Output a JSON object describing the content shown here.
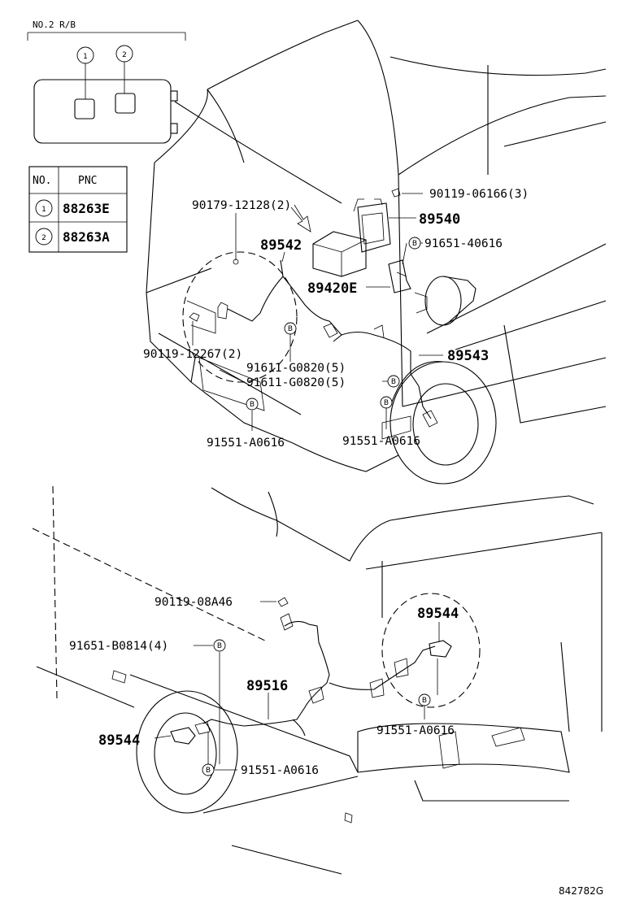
{
  "rb_header": "NO.2 R/B",
  "callout_1": "1",
  "callout_2": "2",
  "table": {
    "col_no": "NO.",
    "col_pnc": "PNC",
    "rows": [
      {
        "no": "1",
        "pnc": "88263E"
      },
      {
        "no": "2",
        "pnc": "88263A"
      }
    ]
  },
  "bolt_marker": "B",
  "labels": {
    "p90119_06166": "90119-06166(3)",
    "p89540": "89540",
    "p91651_40616": "91651-40616",
    "p90179_12128": "90179-12128(2)",
    "p89542": "89542",
    "p89420e": "89420E",
    "p90119_12267": "90119-12267(2)",
    "p91611_g0820_a": "91611-G0820(5)",
    "p91611_g0820_b": "91611-G0820(5)",
    "p89543": "89543",
    "p91551_a0616_a": "91551-A0616",
    "p91551_a0616_b": "91551-A0616",
    "p90119_08a46": "90119-08A46",
    "p89544_top": "89544",
    "p91651_b0814": "91651-B0814(4)",
    "p89516": "89516",
    "p91551_a0616_c": "91551-A0616",
    "p89544_bottom": "89544",
    "p91551_a0616_d": "91551-A0616"
  },
  "diagram_code": "842782G"
}
